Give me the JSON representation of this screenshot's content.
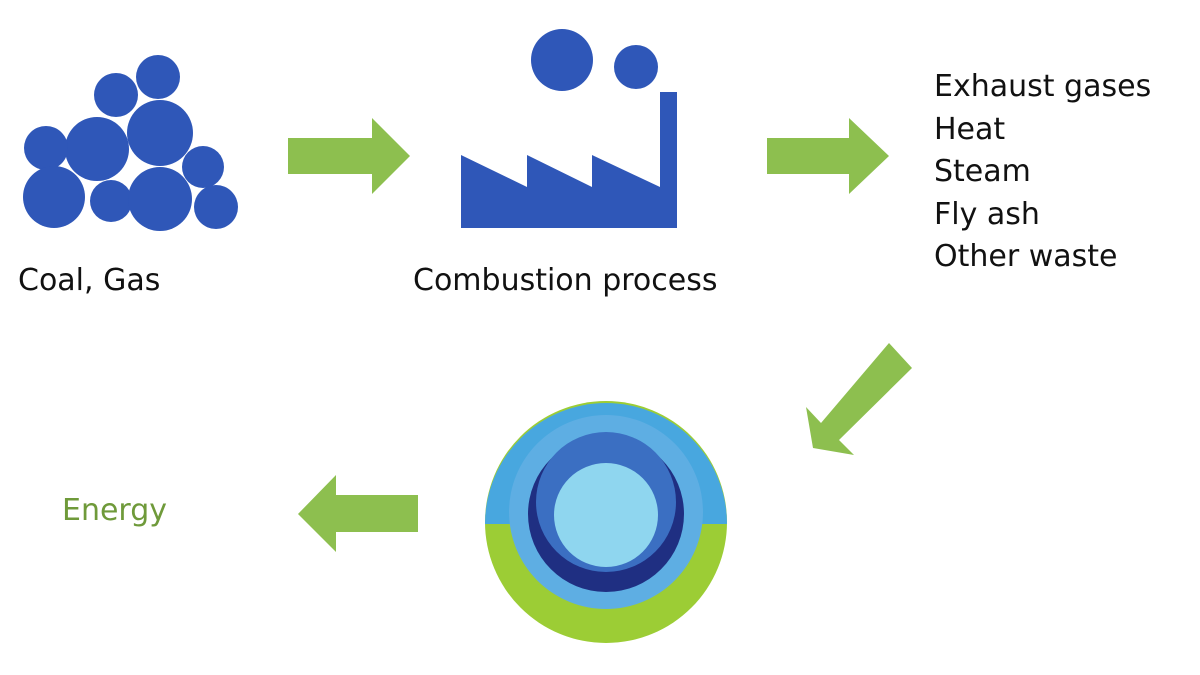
{
  "colors": {
    "blue": "#2f57b8",
    "arrow_green": "#8dbf4f",
    "energy_text": "#6f9a3a",
    "navy": "#1f2f82",
    "light_blue": "#48a7df",
    "pale_blue": "#8fd6ef",
    "lime": "#9ccd35"
  },
  "nodes": {
    "fuel": {
      "label": "Coal, Gas",
      "icon": "coal-gas-icon"
    },
    "combustion": {
      "label": "Combustion process",
      "icon": "factory-icon"
    },
    "outputs": {
      "items": [
        "Exhaust gases",
        "Heat",
        "Steam",
        "Fly ash",
        "Other waste"
      ]
    },
    "energy": {
      "label": "Energy",
      "icon": "energy-sphere-icon"
    }
  }
}
